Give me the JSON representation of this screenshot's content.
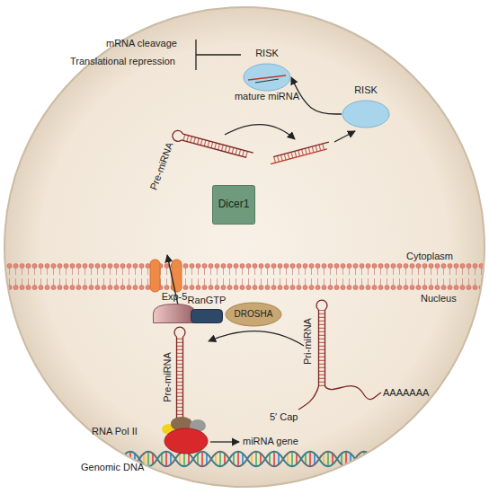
{
  "diagram": {
    "nodes": [
      {
        "text": [
          "RISK",
          "mature miRNA"
        ]
      },
      {
        "text": [
          "RISK"
        ]
      },
      {
        "text": [
          "Dicer1"
        ]
      },
      {
        "text": [
          "Exp-5"
        ]
      },
      {
        "text": [
          "RanGTP"
        ]
      },
      {
        "text": [
          "DROSHA"
        ]
      },
      {
        "text": [
          "RNA Pol II"
        ]
      }
    ],
    "edges": [
      {
        "from": 1,
        "to": 0,
        "arrow": "to"
      }
    ],
    "labels": [
      "mRNA cleavage",
      "Translational repression",
      "Pre-miRNA",
      "Cytoplasm",
      "Nucleus",
      "Pre-miRNA",
      "Pri-miRNA",
      "5′ Cap",
      "AAAAAAA",
      "miRNA gene",
      "Genomic DNA"
    ]
  }
}
